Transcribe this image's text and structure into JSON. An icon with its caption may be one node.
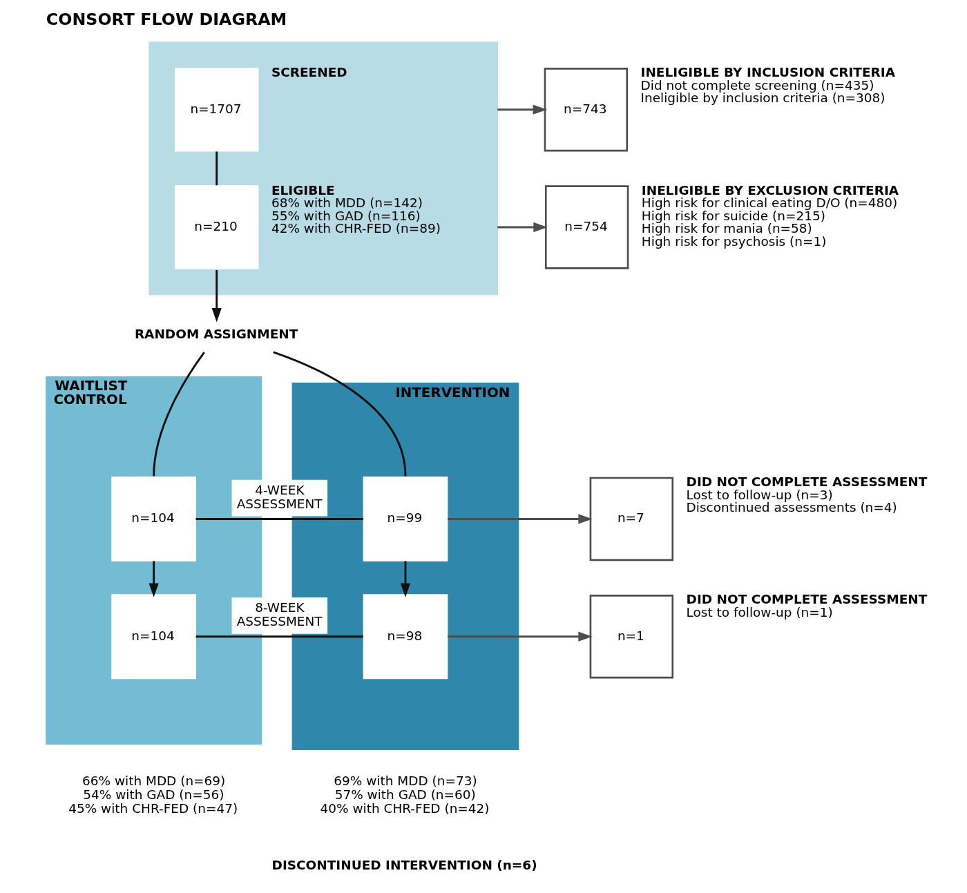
{
  "diagram": {
    "title": "CONSORT FLOW DIAGRAM",
    "nodes": [
      {
        "text": [],
        "shape": "box"
      },
      {
        "text": [
          "n=1707"
        ],
        "in": 0,
        "beside": [
          "SCREENED"
        ]
      },
      {
        "text": [
          "n=210"
        ],
        "in": 0,
        "beside": [
          "ELIGIBLE",
          "68% with MDD (n=142)",
          "55% with GAD (n=116)",
          "42% with CHR-FED (n=89)"
        ]
      },
      {
        "text": [
          "n=743"
        ],
        "beside": [
          "INELIGIBLE BY INCLUSION CRITERIA",
          "Did not complete screening (n=435)",
          "Ineligible by inclusion criteria (n=308)"
        ]
      },
      {
        "text": [
          "n=754"
        ],
        "beside": [
          "INELIGIBLE BY EXCLUSION CRITERIA",
          "High risk for clinical eating D/O (n=480)",
          "High risk for suicide (n=215)",
          "High risk for mania (n=58)",
          "High risk for psychosis (n=1)"
        ]
      },
      {
        "text": [
          "RANDOM ASSIGNMENT"
        ]
      },
      {
        "text": [
          "WAITLIST CONTROL"
        ],
        "beside": [
          "66% with MDD (n=69)",
          "54% with GAD (n=56)",
          "45% with CHR-FED (n=47)"
        ]
      },
      {
        "text": [
          "n=104"
        ],
        "in": 6
      },
      {
        "text": [
          "n=104"
        ],
        "in": 6
      },
      {
        "text": [
          "INTERVENTION"
        ],
        "beside": [
          "69% with MDD (n=73)",
          "57% with GAD (n=60)",
          "40% with CHR-FED (n=42)"
        ]
      },
      {
        "text": [
          "n=99"
        ],
        "in": 9
      },
      {
        "text": [
          "n=98"
        ],
        "in": 9
      },
      {
        "text": [
          "n=7"
        ],
        "beside": [
          "DID NOT COMPLETE ASSESSMENT",
          "Lost to follow-up (n=3)",
          "Discontinued assessments (n=4)"
        ]
      },
      {
        "text": [
          "n=1"
        ],
        "beside": [
          "DID NOT COMPLETE ASSESSMENT",
          "Lost to follow-up (n=1)"
        ]
      }
    ],
    "edges": [
      {
        "from": 1,
        "to": 2,
        "arrow": "none"
      },
      {
        "from": 2,
        "to": 5,
        "arrow": "to"
      },
      {
        "from": 0,
        "to": 3,
        "arrow": "to",
        "color": "#4d4d4d"
      },
      {
        "from": 0,
        "to": 4,
        "arrow": "to",
        "color": "#4d4d4d"
      },
      {
        "from": 5,
        "to": 7,
        "arrow": "none"
      },
      {
        "from": 5,
        "to": 10,
        "arrow": "none"
      },
      {
        "from": 7,
        "to": 8,
        "arrow": "to"
      },
      {
        "from": 10,
        "to": 11,
        "arrow": "to"
      },
      {
        "from": 7,
        "to": 10,
        "arrow": "none",
        "label": "4-WEEK ASSESSMENT"
      },
      {
        "from": 8,
        "to": 11,
        "arrow": "none",
        "label": "8-WEEK ASSESSMENT"
      },
      {
        "from": 10,
        "to": 12,
        "arrow": "to",
        "color": "#4d4d4d"
      },
      {
        "from": 11,
        "to": 13,
        "arrow": "to",
        "color": "#4d4d4d"
      }
    ],
    "labels": [
      "DISCONTINUED INTERVENTION (n=6)"
    ]
  }
}
